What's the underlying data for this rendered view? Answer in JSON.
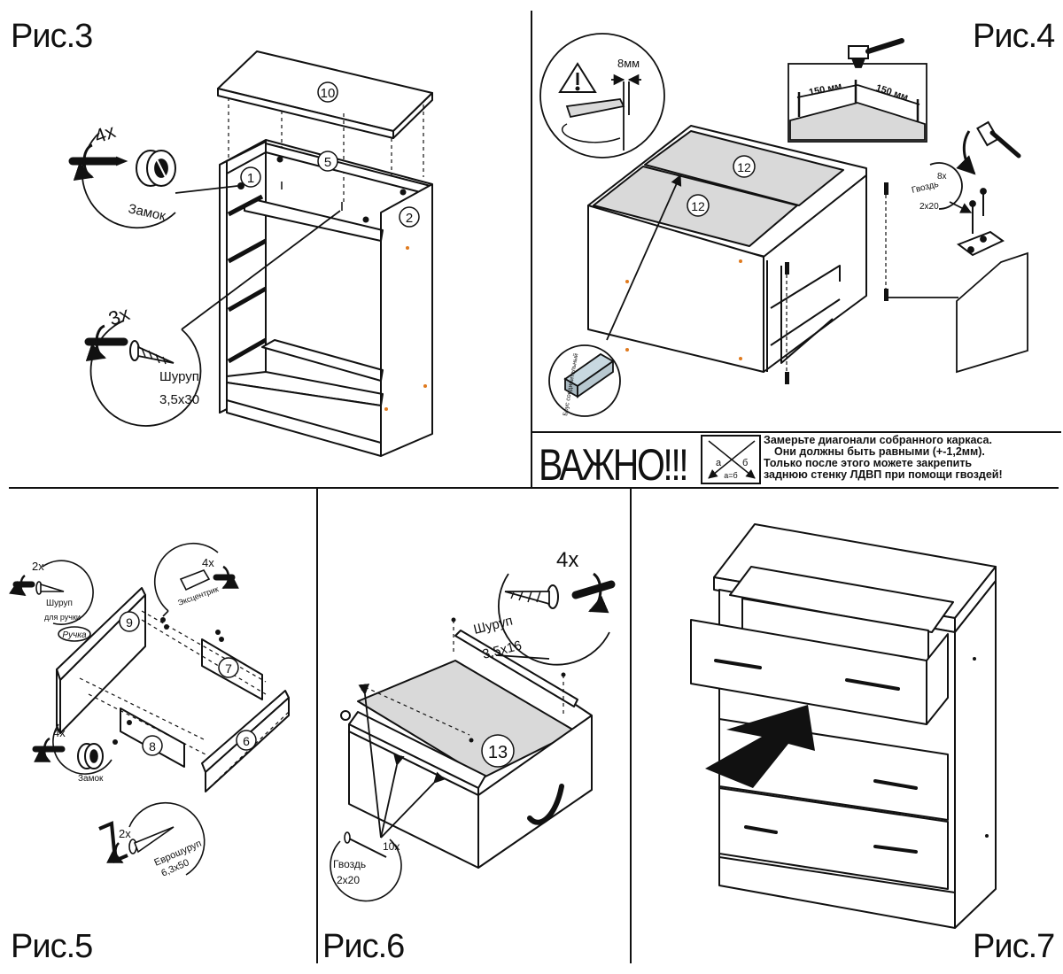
{
  "figures": {
    "fig3": {
      "label": "Рис.3",
      "parts": {
        "top": "10",
        "rail": "5",
        "left_side": "1",
        "right_side": "2"
      },
      "lock": {
        "count": "4x",
        "name": "Замок"
      },
      "screw": {
        "count": "3x",
        "name": "Шуруп",
        "size": "3,5x30"
      }
    },
    "fig4": {
      "label": "Рис.4",
      "panels": {
        "back_upper": "12",
        "back_lower": "12"
      },
      "gap": "8мм",
      "nail_spacing": {
        "left": "150 мм",
        "right": "150 мм"
      },
      "nail": {
        "count": "8x",
        "name": "Гвоздь",
        "size": "2x20"
      },
      "connector_profile": "Брус соединительный"
    },
    "important": {
      "title": "ВАЖНО!!!",
      "diagonal_labels": {
        "a": "а",
        "b": "б",
        "eq": "а=б"
      },
      "lines": [
        "Замерьте диагонали собранного каркаса.",
        "Они должны быть равными (+-1,2мм).",
        "Только после этого можете закрепить",
        "заднюю стенку ЛДВП при помощи гвоздей!"
      ]
    },
    "fig5": {
      "label": "Рис.5",
      "parts": {
        "front": "9",
        "side_left": "7",
        "back": "8",
        "side_right": "6"
      },
      "handle_screw": {
        "count": "2x",
        "name": "Шуруп",
        "sub": "для ручки"
      },
      "handle": "Ручка",
      "eccentric": {
        "count": "4x",
        "name": "Эксцентрик"
      },
      "lock": {
        "count": "4x",
        "name": "Замок"
      },
      "euro_screw": {
        "count": "2x",
        "name": "Еврошуруп",
        "size": "6,3x50"
      }
    },
    "fig6": {
      "label": "Рис.6",
      "part": "13",
      "screw": {
        "count": "4x",
        "name": "Шуруп",
        "size": "3,5x16"
      },
      "nail": {
        "count": "10x",
        "name": "Гвоздь",
        "size": "2x20"
      }
    },
    "fig7": {
      "label": "Рис.7"
    }
  },
  "colors": {
    "line": "#111111",
    "panel_fill": "#d9d9d9",
    "accent_dot": "#e07a1e",
    "background": "#ffffff"
  }
}
